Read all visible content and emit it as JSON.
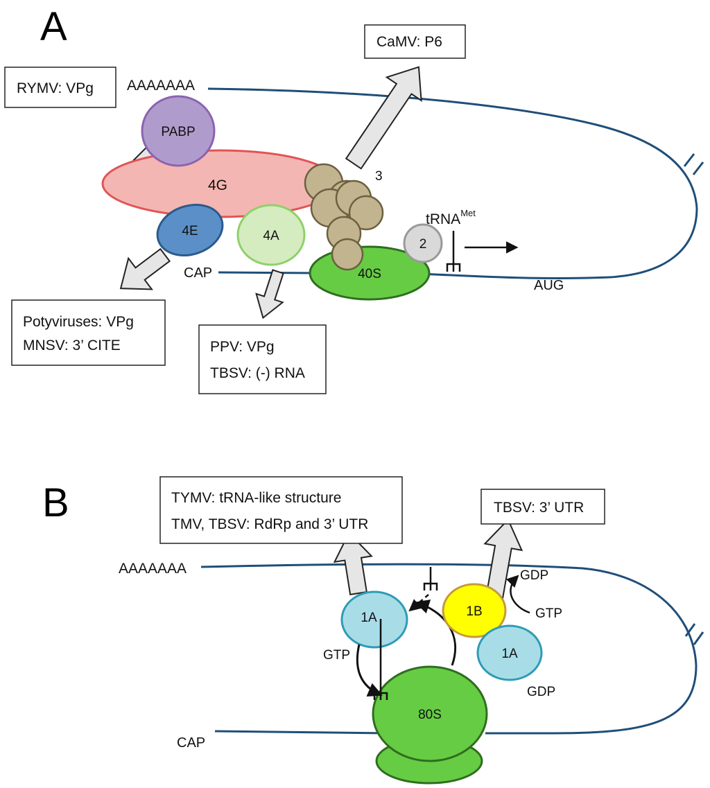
{
  "panel_a": {
    "letter": "A",
    "boxes": {
      "rymv": "RYMV: VPg",
      "camv": "CaMV: P6",
      "potyviruses": "Potyviruses: VPg",
      "mnsv": "MNSV: 3’ CITE",
      "ppv": "PPV: VPg",
      "tbsv": "TBSV: (-) RNA"
    },
    "mrna": {
      "polya": "AAAAAAA",
      "cap": "CAP",
      "aug": "AUG"
    },
    "factors": {
      "pabp": "PABP",
      "eif4g": "4G",
      "eif4e": "4E",
      "eif4a": "4A",
      "eif3": "3",
      "eif2": "2",
      "ribosome": "40S"
    },
    "trna": {
      "base": "tRNA",
      "superscript": "Met"
    }
  },
  "panel_b": {
    "letter": "B",
    "boxes": {
      "tymv": "TYMV: tRNA-like structure",
      "tmv_tbsv": "TMV, TBSV: RdRp and 3’ UTR",
      "tbsv": "TBSV: 3’ UTR"
    },
    "mrna": {
      "polya": "AAAAAAA",
      "cap": "CAP"
    },
    "factors": {
      "eef1a_left": "1A",
      "eef1b": "1B",
      "eef1a_right": "1A",
      "ribosome": "80S"
    },
    "nucleotides": {
      "gtp_left": "GTP",
      "gdp_top": "GDP",
      "gtp_right": "GTP",
      "gdp_bottom": "GDP"
    }
  },
  "colors": {
    "mrna_line": "#1f4e79",
    "pabp": "#b09ccc",
    "eif4g": "#f4b6b2",
    "eif4e": "#5b8fc7",
    "eif4a": "#d4ecc0",
    "eif3": "#c2b48f",
    "eif2": "#d9d9d9",
    "ribosome": "#66cc44",
    "eef1a": "#a8dde8",
    "eef1b": "#ffff00",
    "arrow_fill": "#e6e6e6"
  }
}
